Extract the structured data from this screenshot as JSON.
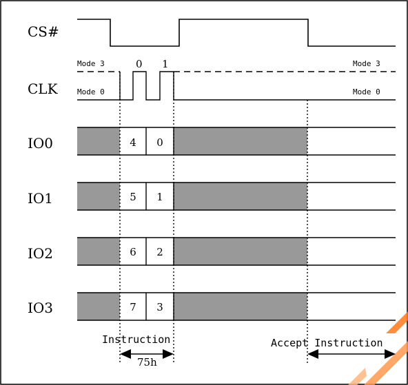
{
  "signals": {
    "cs": "CS#",
    "clk": "CLK",
    "io0": "IO0",
    "io1": "IO1",
    "io2": "IO2",
    "io3": "IO3"
  },
  "clock": {
    "mode3_left": "Mode 3",
    "mode0_left": "Mode 0",
    "mode3_right": "Mode 3",
    "mode0_right": "Mode 0",
    "edge_0": "0",
    "edge_1": "1"
  },
  "bits": {
    "io0": [
      "4",
      "0"
    ],
    "io1": [
      "5",
      "1"
    ],
    "io2": [
      "6",
      "2"
    ],
    "io3": [
      "7",
      "3"
    ]
  },
  "annotations": {
    "instruction": "Instruction",
    "opcode": "75h",
    "accept": "Accept Instruction"
  },
  "colors": {
    "fill": "#999999",
    "line": "#000000",
    "watermark": "#ff6600"
  }
}
